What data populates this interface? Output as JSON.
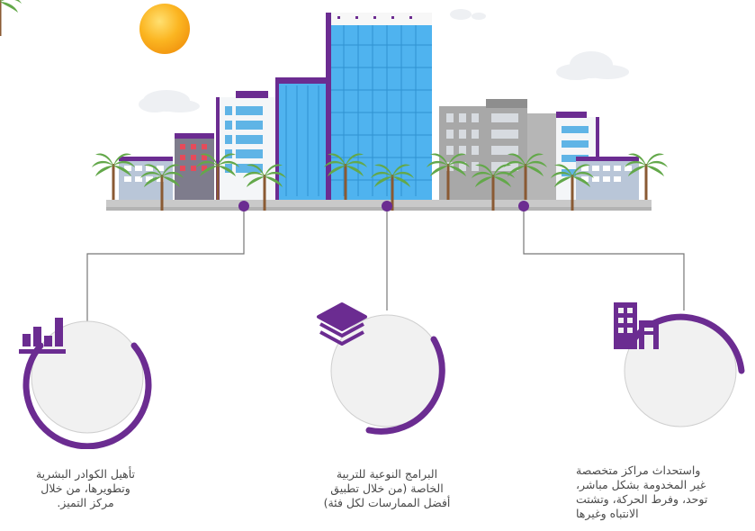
{
  "colors": {
    "accent": "#6b2c91",
    "building_blue": "#4fb3ef",
    "building_grey": "#a8a8a8",
    "palm_green": "#63a84a",
    "circle_fill": "#f1f1f1",
    "line": "#777777",
    "sun": "#f7a91d",
    "text": "#4a4a4a"
  },
  "illustration": {
    "subject": "city-skyline-with-palm-trees",
    "icons": [
      "sun-icon",
      "cloud-icon",
      "palm-tree-icon"
    ]
  },
  "features": [
    {
      "icon": "bar-chart-icon",
      "caption": "تأهيل الكوادر البشرية\nوتطويرها، من خلال\nمركز التميز."
    },
    {
      "icon": "stacked-layers-icon",
      "caption": "البرامج النوعية للتربية\nالخاصة (من خلال تطبيق\nأفضل الممارسات لكل فئة)"
    },
    {
      "icon": "buildings-icon",
      "caption": "واستحداث مراكز متخصصة\nغير المخدومة بشكل مباشر،\nتوحد، وفرط الحركة، وتشتت\nالانتباه وغيرها"
    }
  ]
}
